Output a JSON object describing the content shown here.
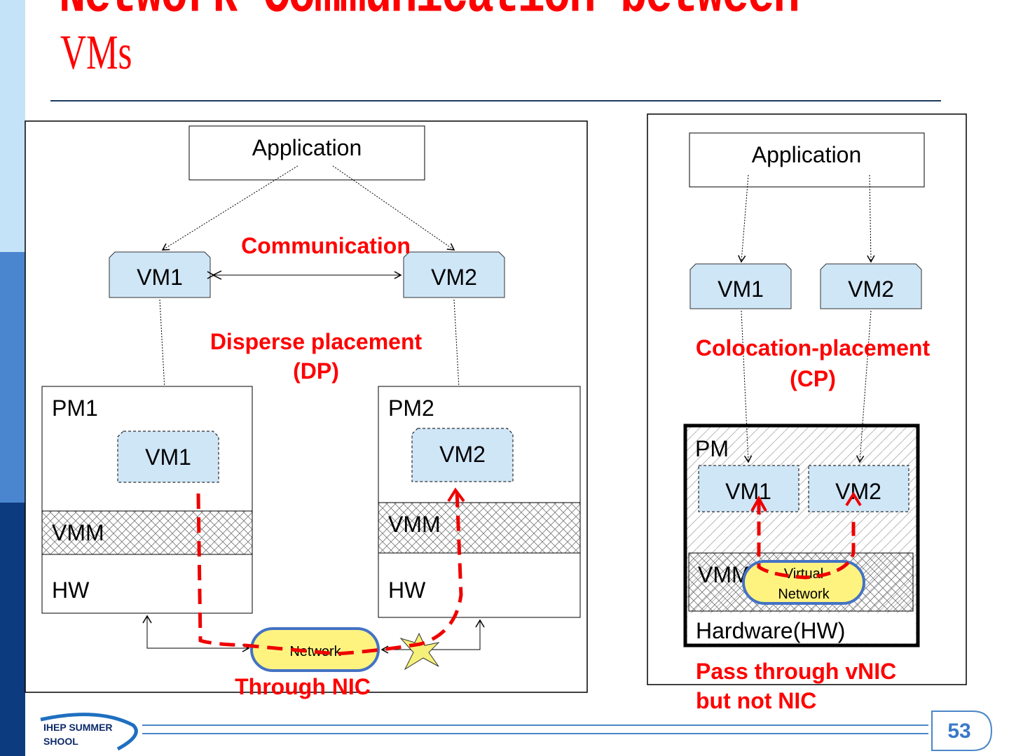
{
  "slide": {
    "title_line1": "Network Communication between",
    "title_line2": "VMs",
    "page_number": "53",
    "logo_text": [
      "IHEP SUMMER",
      "SHOOL"
    ]
  },
  "left_diagram": {
    "application": "Application",
    "vm1": "VM1",
    "vm2": "VM2",
    "communication": "Communication",
    "placement": [
      "Disperse placement",
      "(DP)"
    ],
    "pm1": "PM1",
    "pm2": "PM2",
    "vmm": "VMM",
    "hw": "HW",
    "network": "Network",
    "caption": "Through NIC"
  },
  "right_diagram": {
    "application": "Application",
    "vm1": "VM1",
    "vm2": "VM2",
    "placement": [
      "Colocation-placement",
      "(CP)"
    ],
    "pm": "PM",
    "vmm": "VMM",
    "virtual_network": [
      "Virtual",
      "Network"
    ],
    "hardware": "Hardware(HW)",
    "caption": [
      "Pass through vNIC",
      "but not NIC"
    ]
  },
  "colors": {
    "accent_red": "#ff0000",
    "vm_fill": "#cfe6f7",
    "network_fill": "#fff380",
    "network_border": "#4472c4"
  }
}
